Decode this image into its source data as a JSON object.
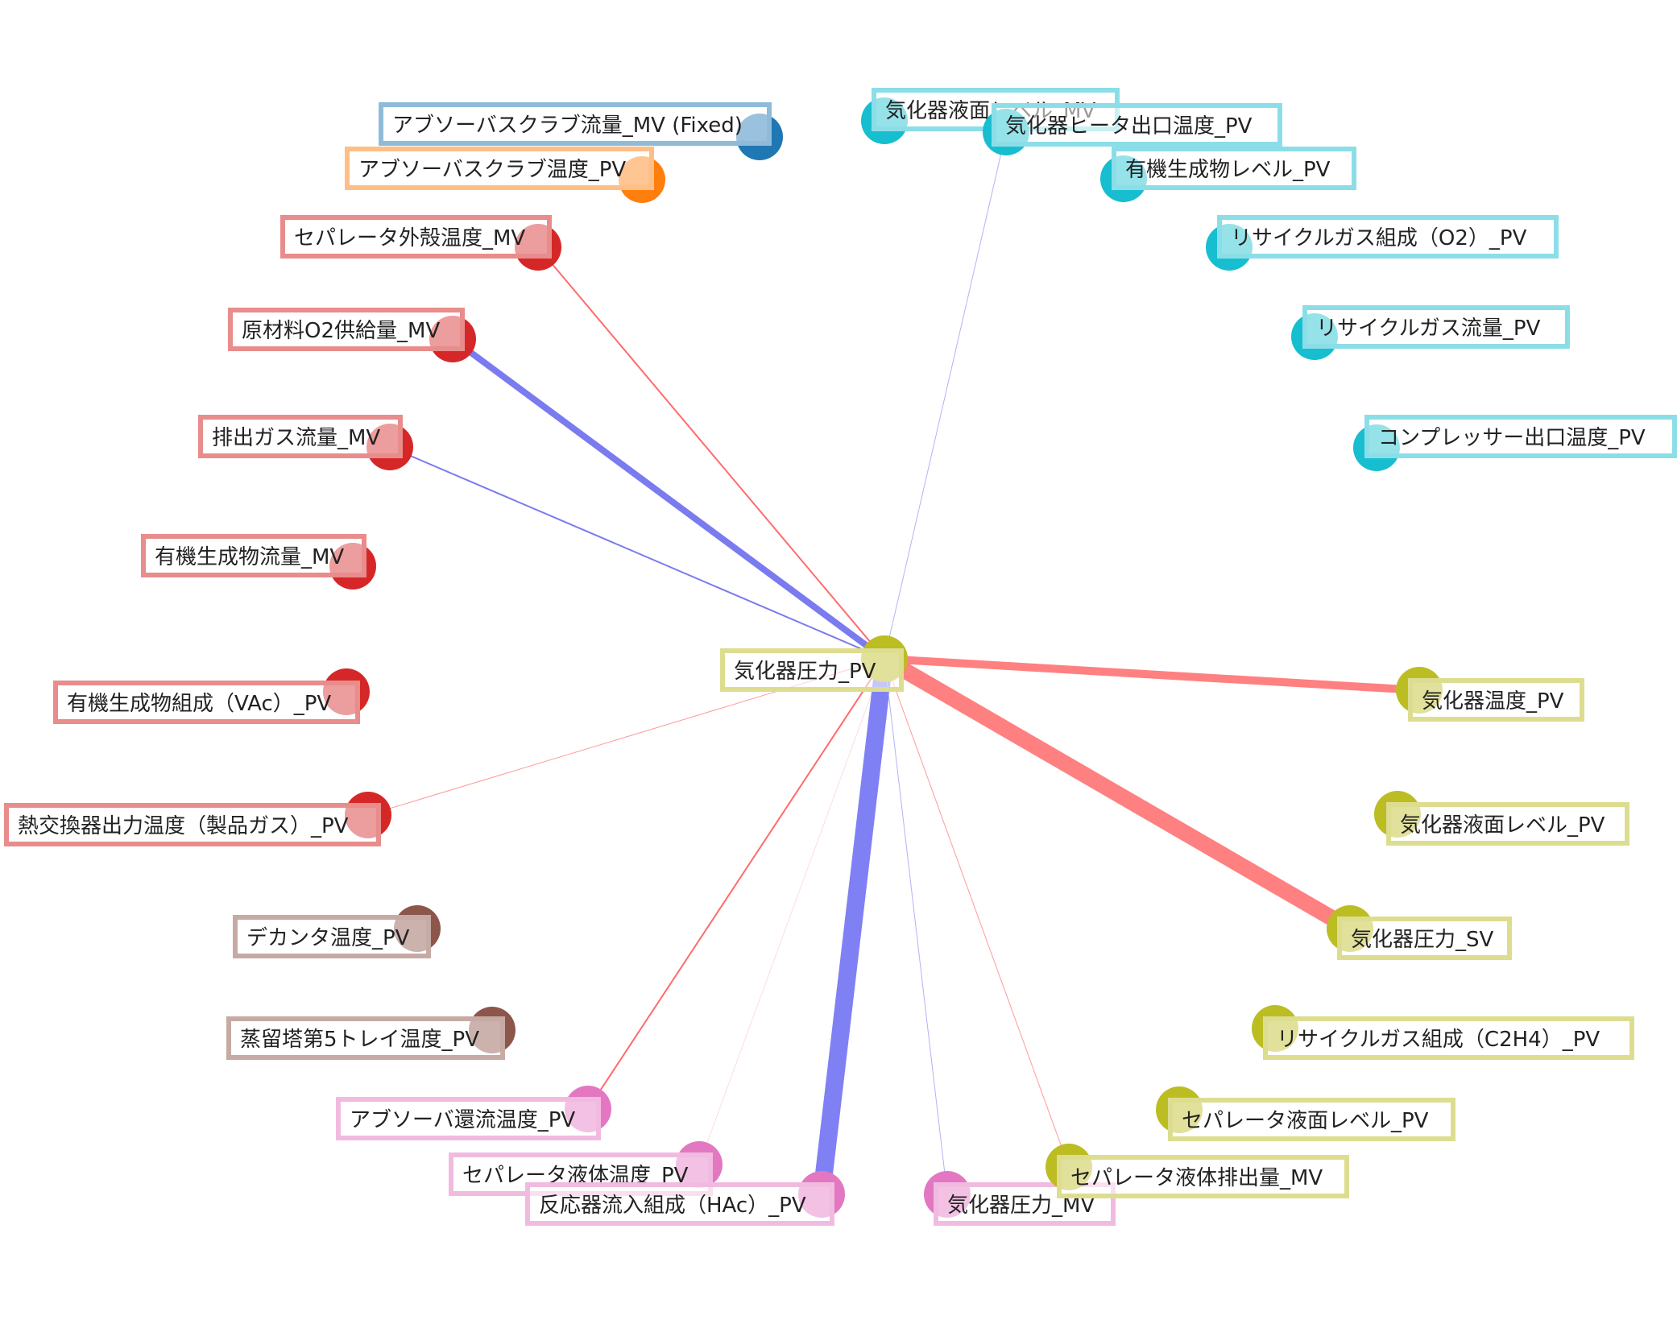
{
  "center": {
    "label": "気化器圧力_PV",
    "color": "#bcbd22"
  },
  "nodes": [
    {
      "id": "n1",
      "label": "アブソーバスクラブ流量_MV (Fixed)",
      "color": "#1f77b4",
      "box": "#8fbbd9"
    },
    {
      "id": "n2",
      "label": "アブソーバスクラブ温度_PV",
      "color": "#ff7f0e",
      "box": "#ffbe86"
    },
    {
      "id": "n3",
      "label": "セパレータ外殻温度_MV",
      "color": "#d62728",
      "box": "#e88c8c"
    },
    {
      "id": "n4",
      "label": "原材料O2供給量_MV",
      "color": "#d62728",
      "box": "#e88c8c"
    },
    {
      "id": "n5",
      "label": "排出ガス流量_MV",
      "color": "#d62728",
      "box": "#e88c8c"
    },
    {
      "id": "n6",
      "label": "有機生成物流量_MV",
      "color": "#d62728",
      "box": "#e88c8c"
    },
    {
      "id": "n7",
      "label": "有機生成物組成（VAc）_PV",
      "color": "#d62728",
      "box": "#e88c8c"
    },
    {
      "id": "n8",
      "label": "熱交換器出力温度（製品ガス）_PV",
      "color": "#d62728",
      "box": "#e88c8c"
    },
    {
      "id": "n9",
      "label": "デカンタ温度_PV",
      "color": "#8c564b",
      "box": "#c6aaa4"
    },
    {
      "id": "n10",
      "label": "蒸留塔第5トレイ温度_PV",
      "color": "#8c564b",
      "box": "#c6aaa4"
    },
    {
      "id": "n11",
      "label": "アブソーバ還流温度_PV",
      "color": "#e377c2",
      "box": "#f1bbe0"
    },
    {
      "id": "n12",
      "label": "セパレータ液体温度_PV",
      "color": "#e377c2",
      "box": "#f1bbe0"
    },
    {
      "id": "n13",
      "label": "反応器流入組成（HAc）_PV",
      "color": "#e377c2",
      "box": "#f1bbe0"
    },
    {
      "id": "n14",
      "label": "気化器圧力_MV",
      "color": "#e377c2",
      "box": "#f1bbe0"
    },
    {
      "id": "n15",
      "label": "気化器液面レベル_MV",
      "color": "#17becf",
      "box": "#8bdee7"
    },
    {
      "id": "n16",
      "label": "気化器ヒータ出口温度_PV",
      "color": "#17becf",
      "box": "#8bdee7"
    },
    {
      "id": "n17",
      "label": "有機生成物レベル_PV",
      "color": "#17becf",
      "box": "#8bdee7"
    },
    {
      "id": "n18",
      "label": "リサイクルガス組成（O2）_PV",
      "color": "#17becf",
      "box": "#8bdee7"
    },
    {
      "id": "n19",
      "label": "リサイクルガス流量_PV",
      "color": "#17becf",
      "box": "#8bdee7"
    },
    {
      "id": "n20",
      "label": "コンプレッサー出口温度_PV",
      "color": "#17becf",
      "box": "#8bdee7"
    },
    {
      "id": "n21",
      "label": "気化器温度_PV",
      "color": "#bcbd22",
      "box": "#dddd90"
    },
    {
      "id": "n22",
      "label": "気化器液面レベル_PV",
      "color": "#bcbd22",
      "box": "#dddd90"
    },
    {
      "id": "n23",
      "label": "気化器圧力_SV",
      "color": "#bcbd22",
      "box": "#dddd90"
    },
    {
      "id": "n24",
      "label": "リサイクルガス組成（C2H4）_PV",
      "color": "#bcbd22",
      "box": "#dddd90"
    },
    {
      "id": "n25",
      "label": "セパレータ液面レベル_PV",
      "color": "#bcbd22",
      "box": "#dddd90"
    },
    {
      "id": "n26",
      "label": "セパレータ液体排出量_MV",
      "color": "#bcbd22",
      "box": "#dddd90"
    }
  ],
  "edges": [
    {
      "to": "n3",
      "color": "#ff6b6b"
    },
    {
      "to": "n4",
      "color": "#7b7bf0"
    },
    {
      "to": "n5",
      "color": "#7b7bf0"
    },
    {
      "to": "n8",
      "color": "#ff9a9a"
    },
    {
      "to": "n11",
      "color": "#ff6b6b"
    },
    {
      "to": "n12",
      "color": "#ffdcdc"
    },
    {
      "to": "n13",
      "color": "#8080f5"
    },
    {
      "to": "n14",
      "color": "#b3b3f5"
    },
    {
      "to": "n16",
      "color": "#b3b3f5"
    },
    {
      "to": "n21",
      "color": "#ff8080"
    },
    {
      "to": "n23",
      "color": "#ff8080"
    },
    {
      "to": "n26",
      "color": "#ff9a9a"
    }
  ]
}
